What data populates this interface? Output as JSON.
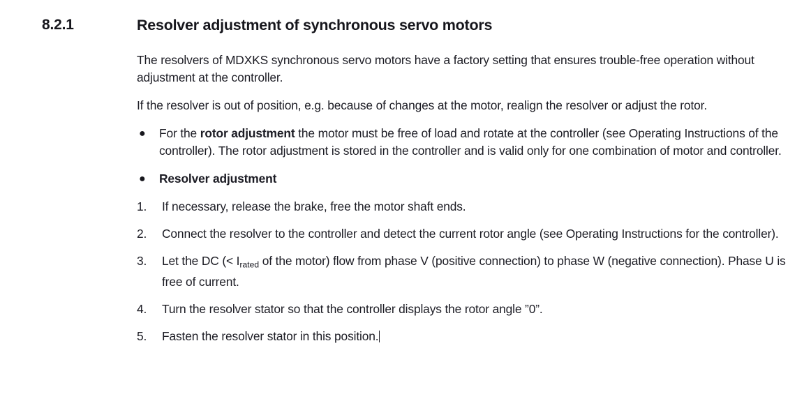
{
  "document": {
    "section_number": "8.2.1",
    "section_title": "Resolver adjustment of synchronous servo motors",
    "paragraphs": [
      "The resolvers of MDXKS synchronous servo motors have a factory setting that ensures trouble-free operation without adjustment at the controller.",
      "If the resolver is out of position, e.g. because of changes at the motor, realign the resolver or adjust the rotor."
    ],
    "bullets": [
      {
        "marker": "●",
        "lead": "For the ",
        "bold": "rotor adjustment",
        "rest": " the motor must be free of load and rotate at the controller (see Operating Instructions of the controller). The rotor adjustment is stored in the controller and is valid only for one combination of motor and controller."
      },
      {
        "marker": "●",
        "lead": "",
        "bold": "Resolver adjustment",
        "rest": ""
      }
    ],
    "steps": [
      {
        "marker": "1.",
        "text": "If necessary, release the brake, free the motor shaft ends."
      },
      {
        "marker": "2.",
        "text": "Connect the resolver to the controller and detect the current rotor angle (see Operating Instructions for the controller)."
      },
      {
        "marker": "3.",
        "text_before": "Let the DC (< I",
        "subscript": "rated",
        "text_after": " of the motor) flow from phase V (positive connection) to phase W (negative connection). Phase U is free of current."
      },
      {
        "marker": "4.",
        "text": "Turn the resolver stator so that the controller displays the rotor angle ”0”."
      },
      {
        "marker": "5.",
        "text": "Fasten the resolver stator in this position.",
        "has_caret": true
      }
    ]
  },
  "colors": {
    "page_background": "#ffffff",
    "text": "#1c1c24",
    "heading": "#16161c"
  }
}
